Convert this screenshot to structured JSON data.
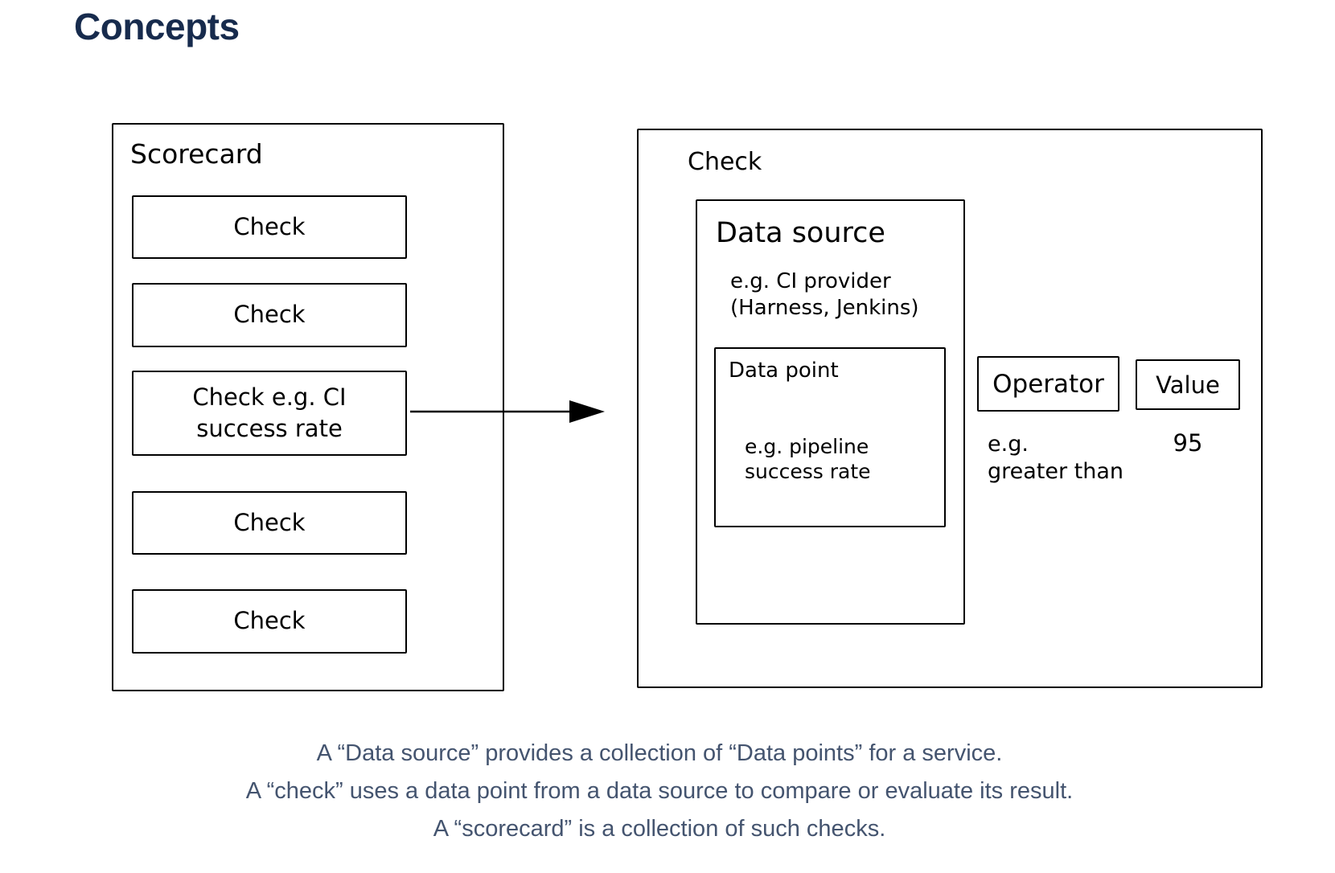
{
  "title": "Concepts",
  "scorecard": {
    "label": "Scorecard",
    "checks": [
      "Check",
      "Check",
      "Check e.g. CI success rate",
      "Check",
      "Check"
    ]
  },
  "check_panel": {
    "label": "Check",
    "data_source": {
      "label": "Data source",
      "example_lines": [
        "e.g. CI provider",
        "(Harness, Jenkins)"
      ],
      "data_point": {
        "label": "Data point",
        "example_lines": [
          "e.g. pipeline",
          "success rate"
        ]
      }
    },
    "operator": {
      "label": "Operator",
      "example_lines": [
        "e.g.",
        "greater than"
      ]
    },
    "value": {
      "label": "Value",
      "example": "95"
    }
  },
  "footnote": {
    "line1": "A “Data source” provides a collection of “Data points” for a service.",
    "line2": "A “check” uses a data point from a data source to compare or evaluate its result.",
    "line3": "A “scorecard” is a collection of such checks."
  },
  "colors": {
    "heading": "#172b4d",
    "footnote_text": "#44546f",
    "diagram_line": "#000000",
    "background": "#ffffff"
  }
}
